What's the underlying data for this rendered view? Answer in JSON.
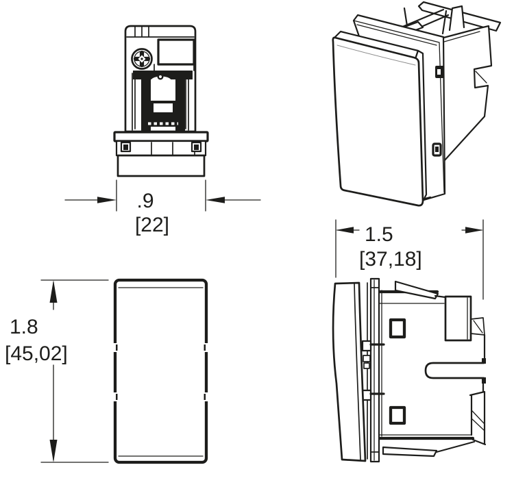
{
  "dimensions": {
    "top_width": {
      "value": ".9",
      "metric": "[22]"
    },
    "side_depth": {
      "value": "1.5",
      "metric": "[37,18]"
    },
    "front_height": {
      "value": "1.8",
      "metric": "[45,02]"
    }
  },
  "colors": {
    "line": "#1d1d1b",
    "background": "#ffffff"
  }
}
